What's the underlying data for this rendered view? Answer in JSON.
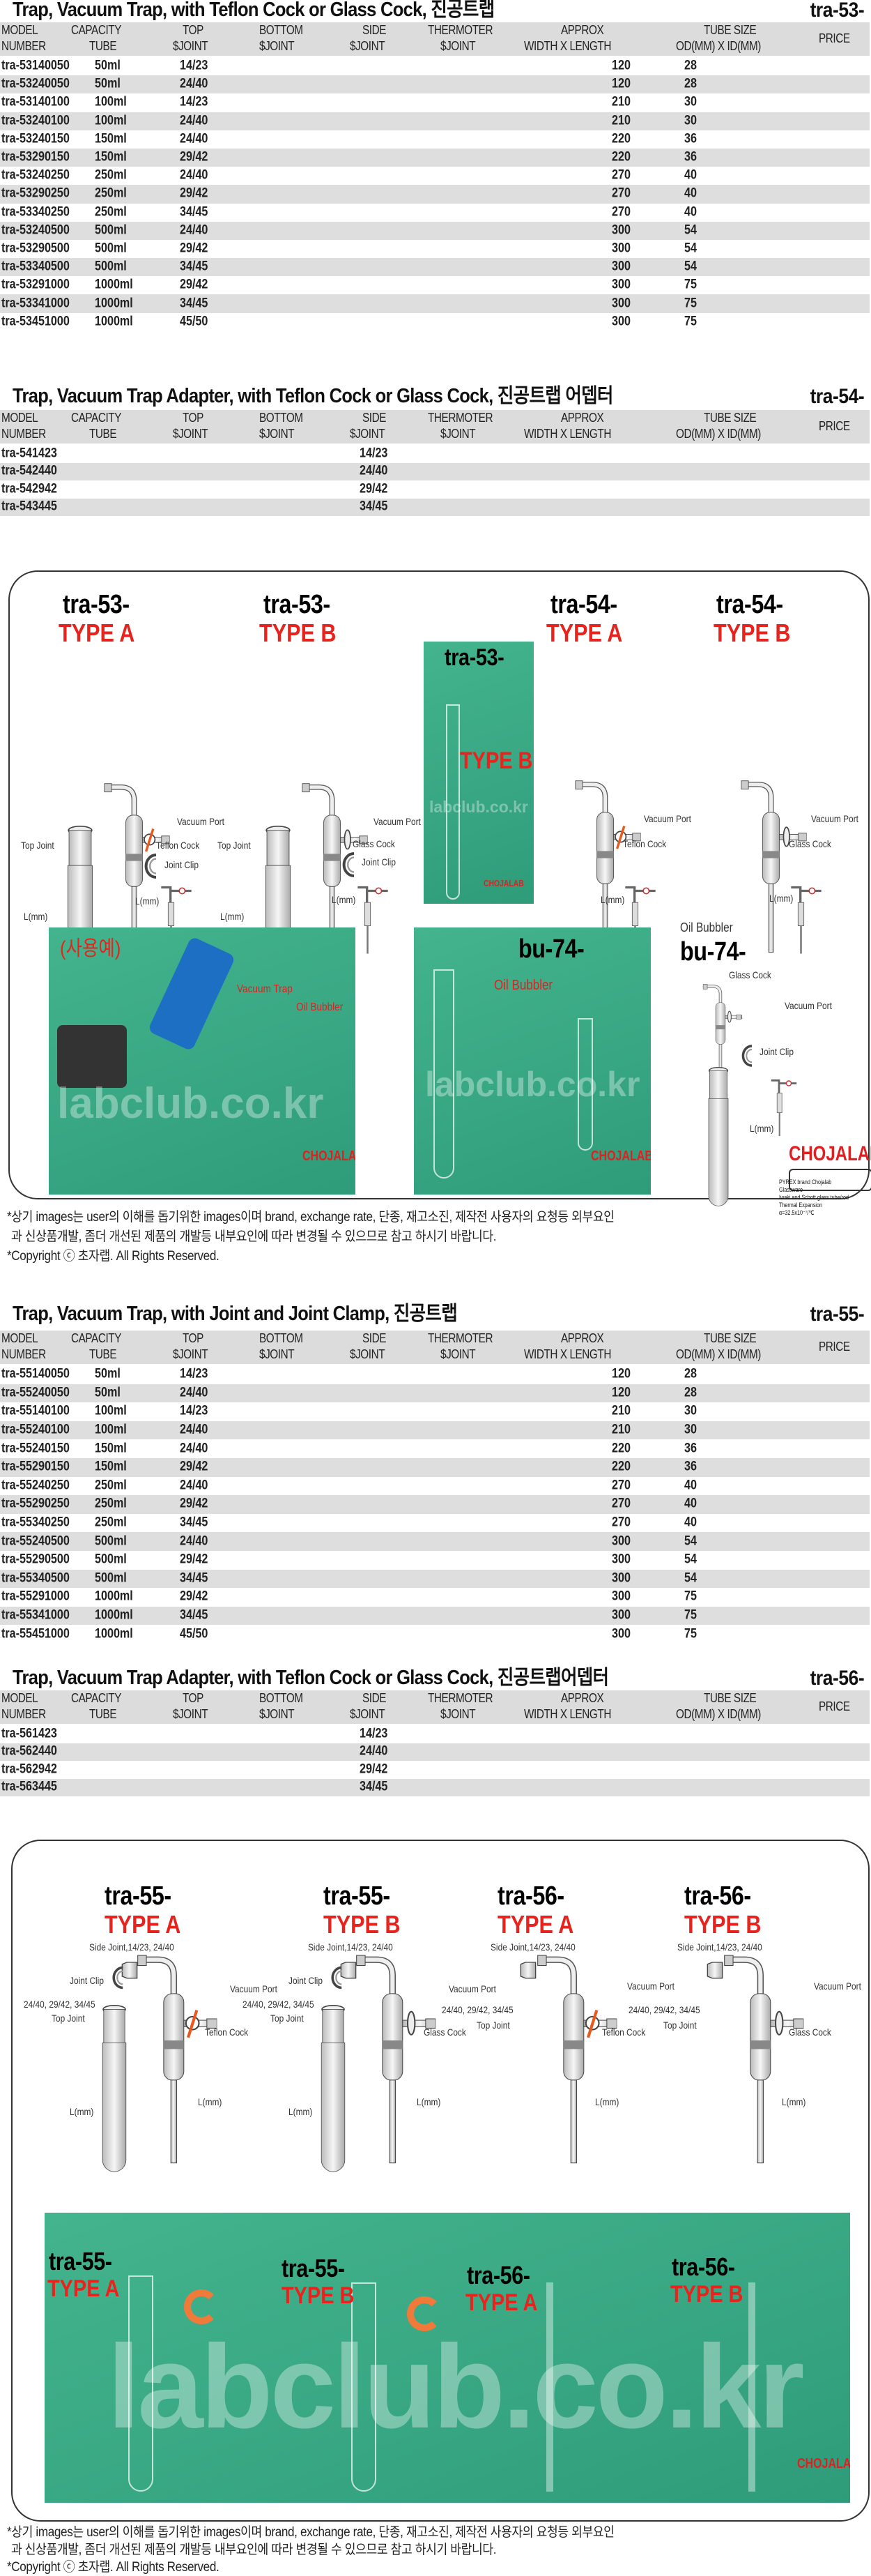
{
  "columns": {
    "model": [
      "MODEL",
      "NUMBER"
    ],
    "capacity": [
      "CAPACITY",
      "TUBE"
    ],
    "top": [
      "TOP",
      "$JOINT"
    ],
    "bottom": [
      "BOTTOM",
      "$JOINT"
    ],
    "side": [
      "SIDE",
      "$JOINT"
    ],
    "thermo": [
      "THERMOTER",
      "$JOINT"
    ],
    "approx": [
      "APPROX",
      "WIDTH X LENGTH"
    ],
    "tube": [
      "TUBE SIZE",
      "OD(MM) X ID(MM)"
    ],
    "price": "PRICE"
  },
  "tables": [
    {
      "title": "Trap, Vacuum Trap, with Teflon Cock or Glass Cock, 진공트랩",
      "code": "tra-53-",
      "rows": [
        [
          "tra-53140050",
          "50ml",
          "14/23",
          "120",
          "28"
        ],
        [
          "tra-53240050",
          "50ml",
          "24/40",
          "120",
          "28"
        ],
        [
          "tra-53140100",
          "100ml",
          "14/23",
          "210",
          "30"
        ],
        [
          "tra-53240100",
          "100ml",
          "24/40",
          "210",
          "30"
        ],
        [
          "tra-53240150",
          "150ml",
          "24/40",
          "220",
          "36"
        ],
        [
          "tra-53290150",
          "150ml",
          "29/42",
          "220",
          "36"
        ],
        [
          "tra-53240250",
          "250ml",
          "24/40",
          "270",
          "40"
        ],
        [
          "tra-53290250",
          "250ml",
          "29/42",
          "270",
          "40"
        ],
        [
          "tra-53340250",
          "250ml",
          "34/45",
          "270",
          "40"
        ],
        [
          "tra-53240500",
          "500ml",
          "24/40",
          "300",
          "54"
        ],
        [
          "tra-53290500",
          "500ml",
          "29/42",
          "300",
          "54"
        ],
        [
          "tra-53340500",
          "500ml",
          "34/45",
          "300",
          "54"
        ],
        [
          "tra-53291000",
          "1000ml",
          "29/42",
          "300",
          "75"
        ],
        [
          "tra-53341000",
          "1000ml",
          "34/45",
          "300",
          "75"
        ],
        [
          "tra-53451000",
          "1000ml",
          "45/50",
          "300",
          "75"
        ]
      ]
    },
    {
      "title": "Trap, Vacuum Trap Adapter, with Teflon Cock or Glass Cock, 진공트랩 어뎁터",
      "code": "tra-54-",
      "side_rows": [
        [
          "tra-541423",
          "14/23"
        ],
        [
          "tra-542440",
          "24/40"
        ],
        [
          "tra-542942",
          "29/42"
        ],
        [
          "tra-543445",
          "34/45"
        ]
      ]
    },
    {
      "title": "Trap, Vacuum Trap, with Joint and Joint Clamp, 진공트랩",
      "code": "tra-55-",
      "rows": [
        [
          "tra-55140050",
          "50ml",
          "14/23",
          "120",
          "28"
        ],
        [
          "tra-55240050",
          "50ml",
          "24/40",
          "120",
          "28"
        ],
        [
          "tra-55140100",
          "100ml",
          "14/23",
          "210",
          "30"
        ],
        [
          "tra-55240100",
          "100ml",
          "24/40",
          "210",
          "30"
        ],
        [
          "tra-55240150",
          "150ml",
          "24/40",
          "220",
          "36"
        ],
        [
          "tra-55290150",
          "150ml",
          "29/42",
          "220",
          "36"
        ],
        [
          "tra-55240250",
          "250ml",
          "24/40",
          "270",
          "40"
        ],
        [
          "tra-55290250",
          "250ml",
          "29/42",
          "270",
          "40"
        ],
        [
          "tra-55340250",
          "250ml",
          "34/45",
          "270",
          "40"
        ],
        [
          "tra-55240500",
          "500ml",
          "24/40",
          "300",
          "54"
        ],
        [
          "tra-55290500",
          "500ml",
          "29/42",
          "300",
          "54"
        ],
        [
          "tra-55340500",
          "500ml",
          "34/45",
          "300",
          "54"
        ],
        [
          "tra-55291000",
          "1000ml",
          "29/42",
          "300",
          "75"
        ],
        [
          "tra-55341000",
          "1000ml",
          "34/45",
          "300",
          "75"
        ],
        [
          "tra-55451000",
          "1000ml",
          "45/50",
          "300",
          "75"
        ]
      ]
    },
    {
      "title": "Trap, Vacuum Trap Adapter, with Teflon Cock or Glass Cock, 진공트랩어뎁터",
      "code": "tra-56-",
      "side_rows": [
        [
          "tra-561423",
          "14/23"
        ],
        [
          "tra-562440",
          "24/40"
        ],
        [
          "tra-562942",
          "29/42"
        ],
        [
          "tra-563445",
          "34/45"
        ]
      ]
    }
  ],
  "box1": {
    "items": [
      {
        "code": "tra-53-",
        "type": "TYPE A"
      },
      {
        "code": "tra-53-",
        "type": "TYPE B"
      },
      {
        "code": "tra-54-",
        "type": "TYPE A"
      },
      {
        "code": "tra-54-",
        "type": "TYPE B"
      }
    ],
    "labels": {
      "vacuum_port": "Vacuum Port",
      "teflon_cock": "Teflon Cock",
      "glass_cock": "Glass Cock",
      "top_joint": "Top Joint",
      "joint_clip": "Joint Clip",
      "length": "L(mm)",
      "oil_bubbler": "Oil Bubbler"
    },
    "photo1": {
      "code": "tra-53-",
      "type": "TYPE B",
      "watermark": "labclub.co.kr",
      "brand": "CHOJALAB"
    },
    "photo2": {
      "title": "(사용예)",
      "vacuum_trap": "Vacuum Trap",
      "oil_bubbler": "Oil Bubbler",
      "watermark": "labclub.co.kr",
      "brand": "CHOJALAB"
    },
    "photo3": {
      "code": "bu-74-",
      "oil_bubbler": "Oil Bubbler",
      "watermark": "labclub.co.kr",
      "brand": "CHOJALAB"
    },
    "bubbler": {
      "title": "Oil Bubbler",
      "code": "bu-74-",
      "brand": "CHOJALAB",
      "spec": [
        "PYREX brand Chojalab Glassware",
        "Iwaki and Schott glass tube/rod",
        "Thermal Expansion α=32.5x10⁻⁷/℃"
      ]
    }
  },
  "box2": {
    "items": [
      {
        "code": "tra-55-",
        "type": "TYPE A",
        "cock": "Teflon Cock"
      },
      {
        "code": "tra-55-",
        "type": "TYPE B",
        "cock": "Glass Cock"
      },
      {
        "code": "tra-56-",
        "type": "TYPE A",
        "cock": "Teflon Cock"
      },
      {
        "code": "tra-56-",
        "type": "TYPE B",
        "cock": "Glass Cock"
      }
    ],
    "side_joint": "Side Joint,14/23, 24/40",
    "top_joint_sizes": "24/40, 29/42, 34/45",
    "top_joint": "Top Joint",
    "joint_clip": "Joint Clip",
    "vacuum_port": "Vacuum Port",
    "length": "L(mm)",
    "watermark": "labclub.co.kr",
    "brand": "CHOJALAB"
  },
  "footnote": {
    "line1": "*상기 images는 user의 이해를 돕기위한 images이며 brand, exchange rate, 단종, 재고소진, 제작전 사용자의 요청등 외부요인",
    "line2": "과 신상품개발, 좀더 개선된 제품의 개발등 내부요인에 따라 변경될 수 있으므로 참고 하시기 바랍니다.",
    "copyright": "*Copyright ⓒ 초자랩.     All Rights Reserved."
  }
}
